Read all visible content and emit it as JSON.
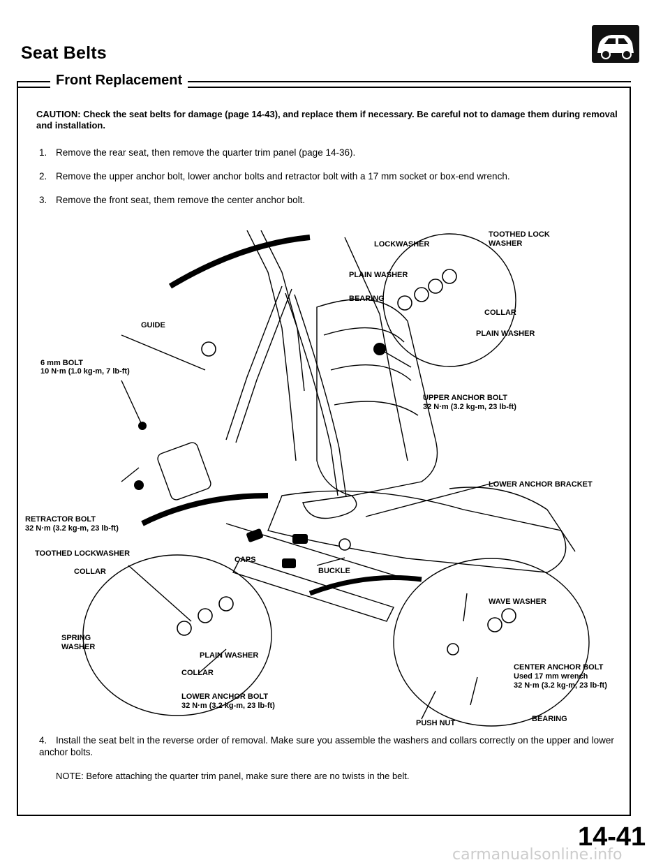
{
  "header": {
    "title": "Seat Belts",
    "section": "Front Replacement",
    "icon": "car-icon"
  },
  "caution": "CAUTION: Check the seat belts for damage (page 14-43), and replace them if necessary. Be careful not to damage them during removal and installation.",
  "steps": [
    {
      "num": "1.",
      "text": "Remove the rear seat, then remove the quarter trim panel (page 14-36)."
    },
    {
      "num": "2.",
      "text": "Remove the upper anchor bolt, lower anchor bolts and retractor bolt with a 17 mm socket or box-end wrench."
    },
    {
      "num": "3.",
      "text": "Remove the front seat, them remove the center anchor bolt."
    },
    {
      "num": "4.",
      "text": "Install the seat belt in the reverse order of removal. Make sure you assemble the washers and collars correctly on the upper and lower anchor bolts."
    }
  ],
  "note": "NOTE: Before attaching the quarter trim panel, make sure there are no twists in the belt.",
  "labels": {
    "toothed_lock_washer": "TOOTHED LOCK",
    "toothed_lock_washer2": "WASHER",
    "lockwasher": "LOCKWASHER",
    "plain_washer_top": "PLAIN WASHER",
    "bearing_top": "BEARING",
    "collar_top": "COLLAR",
    "plain_washer_right": "PLAIN WASHER",
    "guide": "GUIDE",
    "bolt_6mm": "6 mm BOLT",
    "bolt_6mm_torque": "10 N·m (1.0 kg-m, 7 lb-ft)",
    "upper_anchor_bolt": "UPPER ANCHOR BOLT",
    "upper_anchor_torque": "32 N·m (3.2 kg-m, 23 lb-ft)",
    "lower_anchor_bracket": "LOWER ANCHOR BRACKET",
    "retractor_bolt": "RETRACTOR BOLT",
    "retractor_torque": "32 N·m (3.2 kg-m, 23 lb-ft)",
    "toothed_lockwasher": "TOOTHED LOCKWASHER",
    "caps": "CAPS",
    "buckle": "BUCKLE",
    "collar_left": "COLLAR",
    "wave_washer": "WAVE WASHER",
    "spring_washer": "SPRING",
    "spring_washer2": "WASHER",
    "plain_washer_bottom": "PLAIN WASHER",
    "collar_bottom": "COLLAR",
    "center_anchor_bolt": "CENTER ANCHOR BOLT",
    "center_used": "Used 17 mm wrench",
    "center_torque": "32 N·m (3.2 kg-m, 23 lb-ft)",
    "lower_anchor_bolt": "LOWER ANCHOR BOLT",
    "lower_anchor_torque": "32 N·m (3.2 kg-m, 23 lb-ft)",
    "push_nut": "PUSH NUT",
    "bearing_bottom": "BEARING"
  },
  "page_number": "14-41",
  "watermark": "carmanualsonline.info"
}
